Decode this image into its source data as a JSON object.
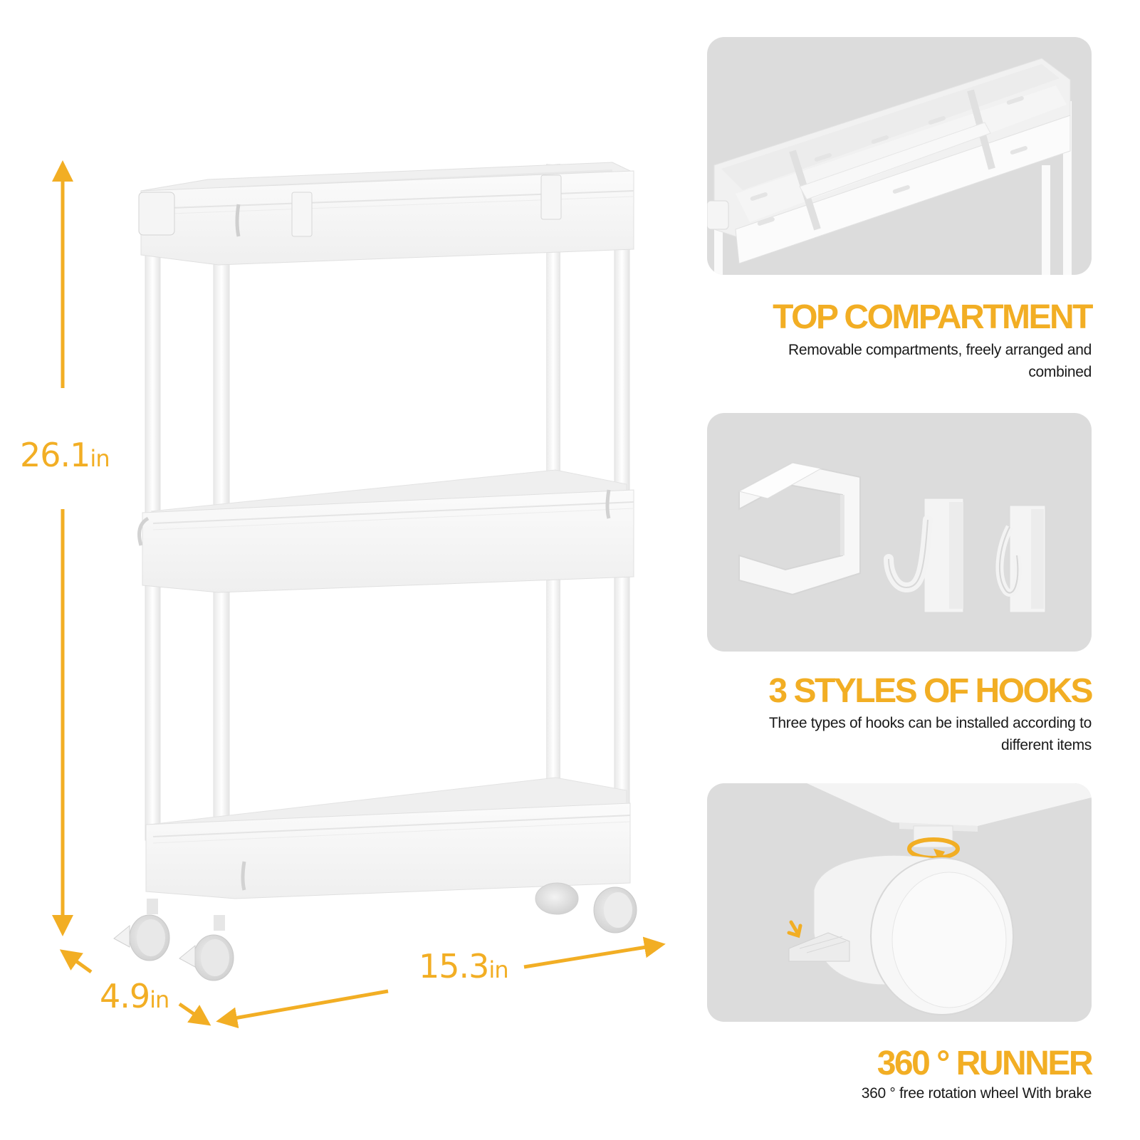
{
  "colors": {
    "accent": "#f2ae24",
    "panel_bg": "#dcdcdc",
    "page_bg": "#ffffff",
    "product": "#f7f7f7",
    "text_dark": "#1a1a1a"
  },
  "product": {
    "name": "3-tier slim rolling storage cart",
    "color": "white",
    "tiers": 3,
    "wheels": 4
  },
  "dimensions": {
    "height": {
      "value": "26.1",
      "unit": "in"
    },
    "depth": {
      "value": "4.9",
      "unit": "in"
    },
    "width": {
      "value": "15.3",
      "unit": "in"
    }
  },
  "features": [
    {
      "title": "TOP COMPARTMENT",
      "description": "Removable compartments, freely arranged and combined",
      "image": "top-tray-dividers-closeup"
    },
    {
      "title": "3 STYLES OF HOOKS",
      "description": "Three types of hooks can be installed according to different items",
      "image": "three-hook-styles"
    },
    {
      "title": "360 ° RUNNER",
      "description": "360 ° free rotation wheel With brake",
      "image": "caster-wheel-with-brake"
    }
  ]
}
